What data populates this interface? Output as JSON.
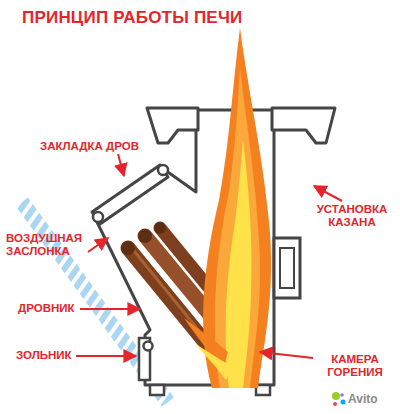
{
  "diagram": {
    "title": "ПРИНЦИП РАБОТЫ ПЕЧИ",
    "labels": [
      "ЗАКЛАДКА ДРОВ",
      "УСТАНОВКА КАЗАНА",
      "ВОЗДУШНАЯ ЗАСЛОНКА",
      "ДРОВНИК",
      "ЗОЛЬНИК",
      "КАМЕРА ГОРЕНИЯ",
      "Avito"
    ]
  }
}
